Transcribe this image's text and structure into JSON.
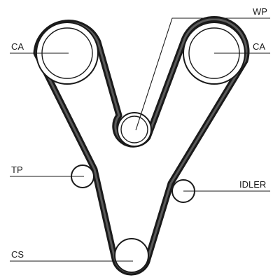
{
  "labels": {
    "ca_left": "CA",
    "ca_right": "CA",
    "wp": "WP",
    "tp": "TP",
    "idler": "IDLER",
    "cs": "CS"
  },
  "colors": {
    "belt": "#1a1a1a",
    "line": "#1a1a1a",
    "background": "#ffffff"
  }
}
